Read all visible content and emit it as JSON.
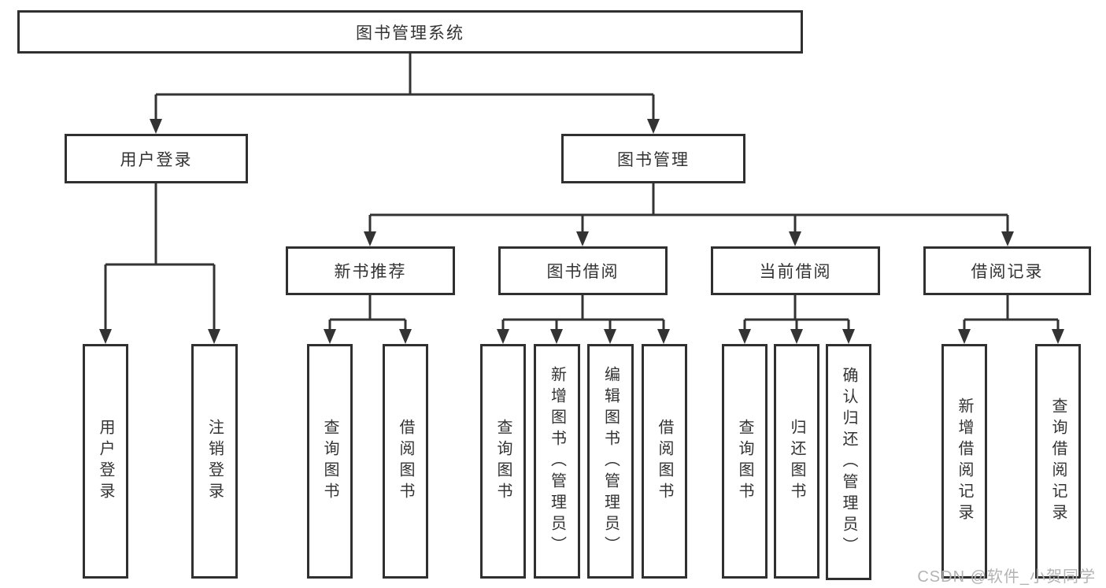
{
  "colors": {
    "background": "#ffffff",
    "line": "#333333",
    "box_border": "#303030",
    "text": "#333333",
    "watermark": "#b3b3b3"
  },
  "diagram": {
    "root": {
      "label": "图书管理系统"
    },
    "branches": {
      "user_login": {
        "label": "用户登录",
        "children": [
          {
            "label": "用户登录"
          },
          {
            "label": "注销登录"
          }
        ]
      },
      "book_mgmt": {
        "label": "图书管理",
        "children": [
          {
            "label": "新书推荐",
            "children": [
              {
                "label": "查询图书"
              },
              {
                "label": "借阅图书"
              }
            ]
          },
          {
            "label": "图书借阅",
            "children": [
              {
                "label": "查询图书"
              },
              {
                "label": "新增图书（管理员）"
              },
              {
                "label": "编辑图书（管理员）"
              },
              {
                "label": "借阅图书"
              }
            ]
          },
          {
            "label": "当前借阅",
            "children": [
              {
                "label": "查询图书"
              },
              {
                "label": "归还图书"
              },
              {
                "label": "确认归还（管理员）"
              }
            ]
          },
          {
            "label": "借阅记录",
            "children": [
              {
                "label": "新增借阅记录"
              },
              {
                "label": "查询借阅记录"
              }
            ]
          }
        ]
      }
    }
  },
  "watermark": {
    "text": "CSDN @软件_小贺同学"
  }
}
